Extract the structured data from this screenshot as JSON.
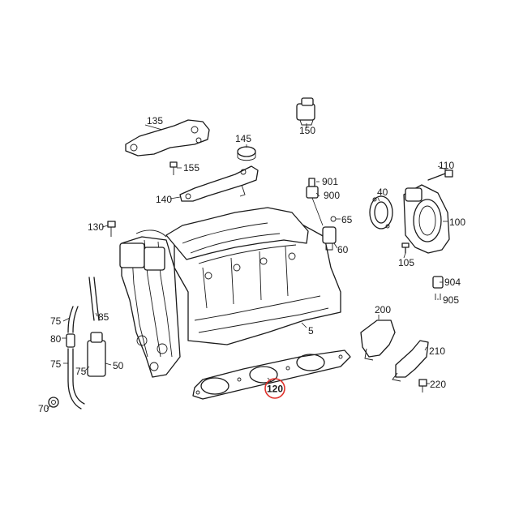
{
  "diagram": {
    "highlight_color": "#e0302a",
    "line_color": "#1a1a1a",
    "highlighted_part": "120",
    "parts": [
      {
        "key": "p135",
        "label": "135"
      },
      {
        "key": "p150",
        "label": "150"
      },
      {
        "key": "p145",
        "label": "145"
      },
      {
        "key": "p155",
        "label": "155"
      },
      {
        "key": "p140",
        "label": "140"
      },
      {
        "key": "p901",
        "label": "901"
      },
      {
        "key": "p900",
        "label": "900"
      },
      {
        "key": "p110",
        "label": "110"
      },
      {
        "key": "p40",
        "label": "40"
      },
      {
        "key": "p100",
        "label": "100"
      },
      {
        "key": "p65",
        "label": "65"
      },
      {
        "key": "p130",
        "label": "130"
      },
      {
        "key": "p60",
        "label": "60"
      },
      {
        "key": "p105",
        "label": "105"
      },
      {
        "key": "p85",
        "label": "85"
      },
      {
        "key": "p904",
        "label": "904"
      },
      {
        "key": "p905",
        "label": "905"
      },
      {
        "key": "p75a",
        "label": "75"
      },
      {
        "key": "p200",
        "label": "200"
      },
      {
        "key": "p5",
        "label": "5"
      },
      {
        "key": "p80",
        "label": "80"
      },
      {
        "key": "p75b",
        "label": "75"
      },
      {
        "key": "p210",
        "label": "210"
      },
      {
        "key": "p50",
        "label": "50"
      },
      {
        "key": "p75c",
        "label": "75"
      },
      {
        "key": "p220",
        "label": "220"
      },
      {
        "key": "p120",
        "label": "120"
      },
      {
        "key": "p70",
        "label": "70"
      }
    ]
  }
}
